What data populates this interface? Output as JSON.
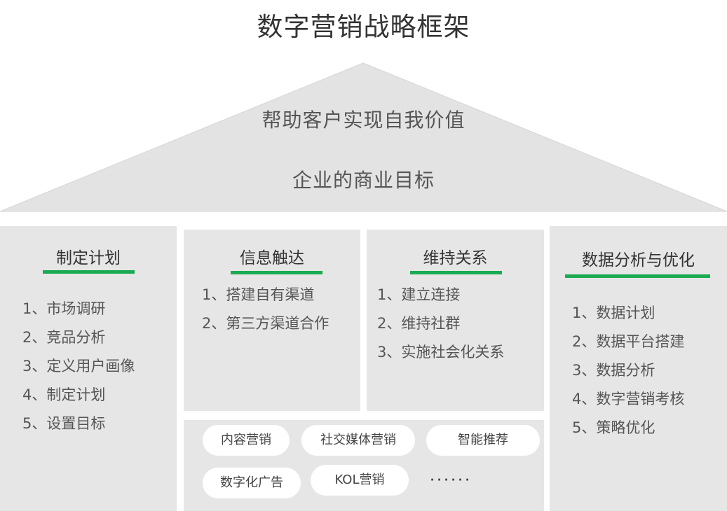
{
  "title": "数字营销战略框架",
  "roof": {
    "line1": "帮助客户实现自我价值",
    "line2": "企业的商业目标"
  },
  "pillars": {
    "plan": {
      "title": "制定计划",
      "items": [
        "1、市场调研",
        "2、竞品分析",
        "3、定义用户画像",
        "4、制定计划",
        "5、设置目标"
      ]
    },
    "reach": {
      "title": "信息触达",
      "items": [
        "1、搭建自有渠道",
        "2、第三方渠道合作"
      ]
    },
    "maintain": {
      "title": "维持关系",
      "items": [
        "1、建立连接",
        "2、维持社群",
        "3、实施社会化关系"
      ]
    },
    "data": {
      "title": "数据分析与优化",
      "items": [
        "1、数据计划",
        "2、数据平台搭建",
        "3、数据分析",
        "4、数字营销考核",
        "5、策略优化"
      ]
    }
  },
  "channels": {
    "items": [
      "内容营销",
      "社交媒体营销",
      "智能推荐",
      "数字化广告",
      "KOL营销"
    ],
    "more": "······"
  },
  "colors": {
    "accent": "#1aab52",
    "panel": "#e6e6e6",
    "roof": "#e3e3e3"
  }
}
